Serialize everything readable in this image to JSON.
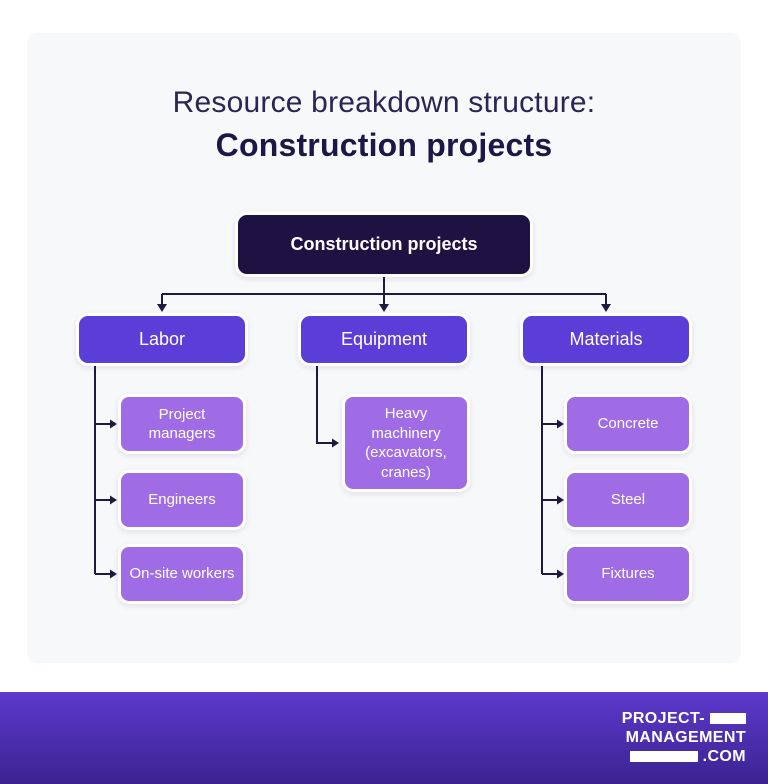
{
  "title": {
    "line1": "Resource breakdown structure:",
    "line2": "Construction projects"
  },
  "tree": {
    "root": {
      "label": "Construction projects"
    },
    "branches": [
      {
        "label": "Labor",
        "children": [
          {
            "label": "Project managers"
          },
          {
            "label": "Engineers"
          },
          {
            "label": "On-site workers"
          }
        ]
      },
      {
        "label": "Equipment",
        "children": [
          {
            "label": "Heavy machinery (excavators, cranes)"
          }
        ]
      },
      {
        "label": "Materials",
        "children": [
          {
            "label": "Concrete"
          },
          {
            "label": "Steel"
          },
          {
            "label": "Fixtures"
          }
        ]
      }
    ]
  },
  "footer": {
    "brand_line1": "PROJECT-",
    "brand_line2": "MANAGEMENT",
    "brand_line3": ".COM"
  },
  "colors": {
    "page_background": "#ffffff",
    "card_background": "#f7f8fa",
    "title_text": "#2b2454",
    "root_node": "#1e1243",
    "category_node": "#5b3ed8",
    "child_node": "#a06ce6",
    "node_border": "#ffffff",
    "node_text": "#ffffff",
    "connector": "#1d1940",
    "footer_gradient_top": "#5d39cc",
    "footer_gradient_bottom": "#3b2391",
    "logo_text": "#ffffff"
  }
}
